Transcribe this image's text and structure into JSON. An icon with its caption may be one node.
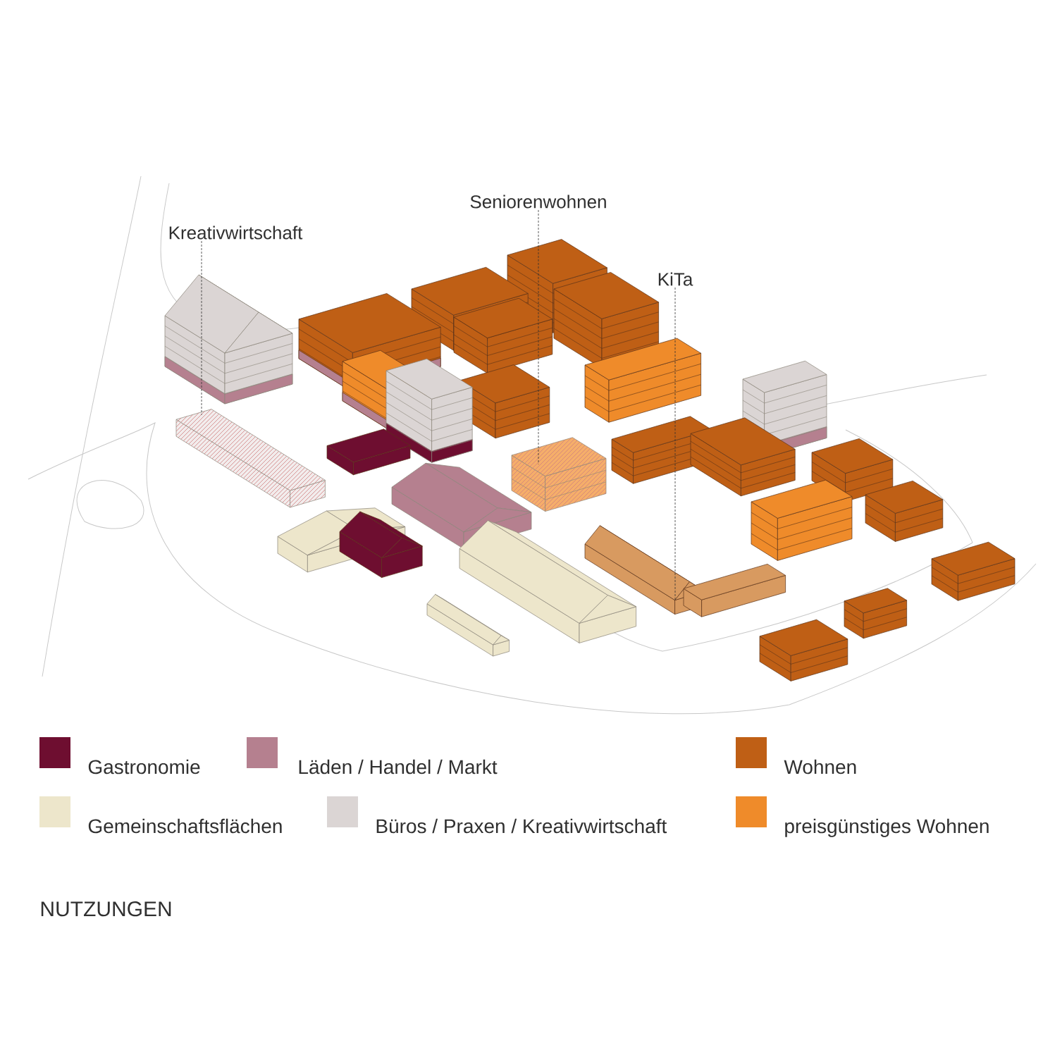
{
  "diagram": {
    "title": "NUTZUNGEN",
    "nodes": [
      {
        "text": [
          "Kreativwirtschaft"
        ]
      },
      {
        "text": [
          "Seniorenwohnen"
        ]
      },
      {
        "text": [
          "KiTa"
        ]
      },
      {
        "text": [],
        "shape": "building"
      },
      {
        "text": [],
        "shape": "building"
      },
      {
        "text": [],
        "shape": "building"
      }
    ],
    "edges": [
      {
        "from": 0,
        "to": 3,
        "arrow": "none"
      },
      {
        "from": 1,
        "to": 4,
        "arrow": "none"
      },
      {
        "from": 2,
        "to": 5,
        "arrow": "none"
      }
    ],
    "legend": [
      {
        "text": "Gastronomie",
        "color": "#6e0e30"
      },
      {
        "text": "Läden / Handel / Markt",
        "color": "#b5808f"
      },
      {
        "text": "Wohnen",
        "color": "#bf5f15"
      },
      {
        "text": "Gemeinschaftsflächen",
        "color": "#ede6cb"
      },
      {
        "text": "Büros / Praxen / Kreativwirtschaft",
        "color": "#dbd5d4"
      },
      {
        "text": "preisgünstiges Wohnen",
        "color": "#ef8b2a"
      }
    ]
  }
}
